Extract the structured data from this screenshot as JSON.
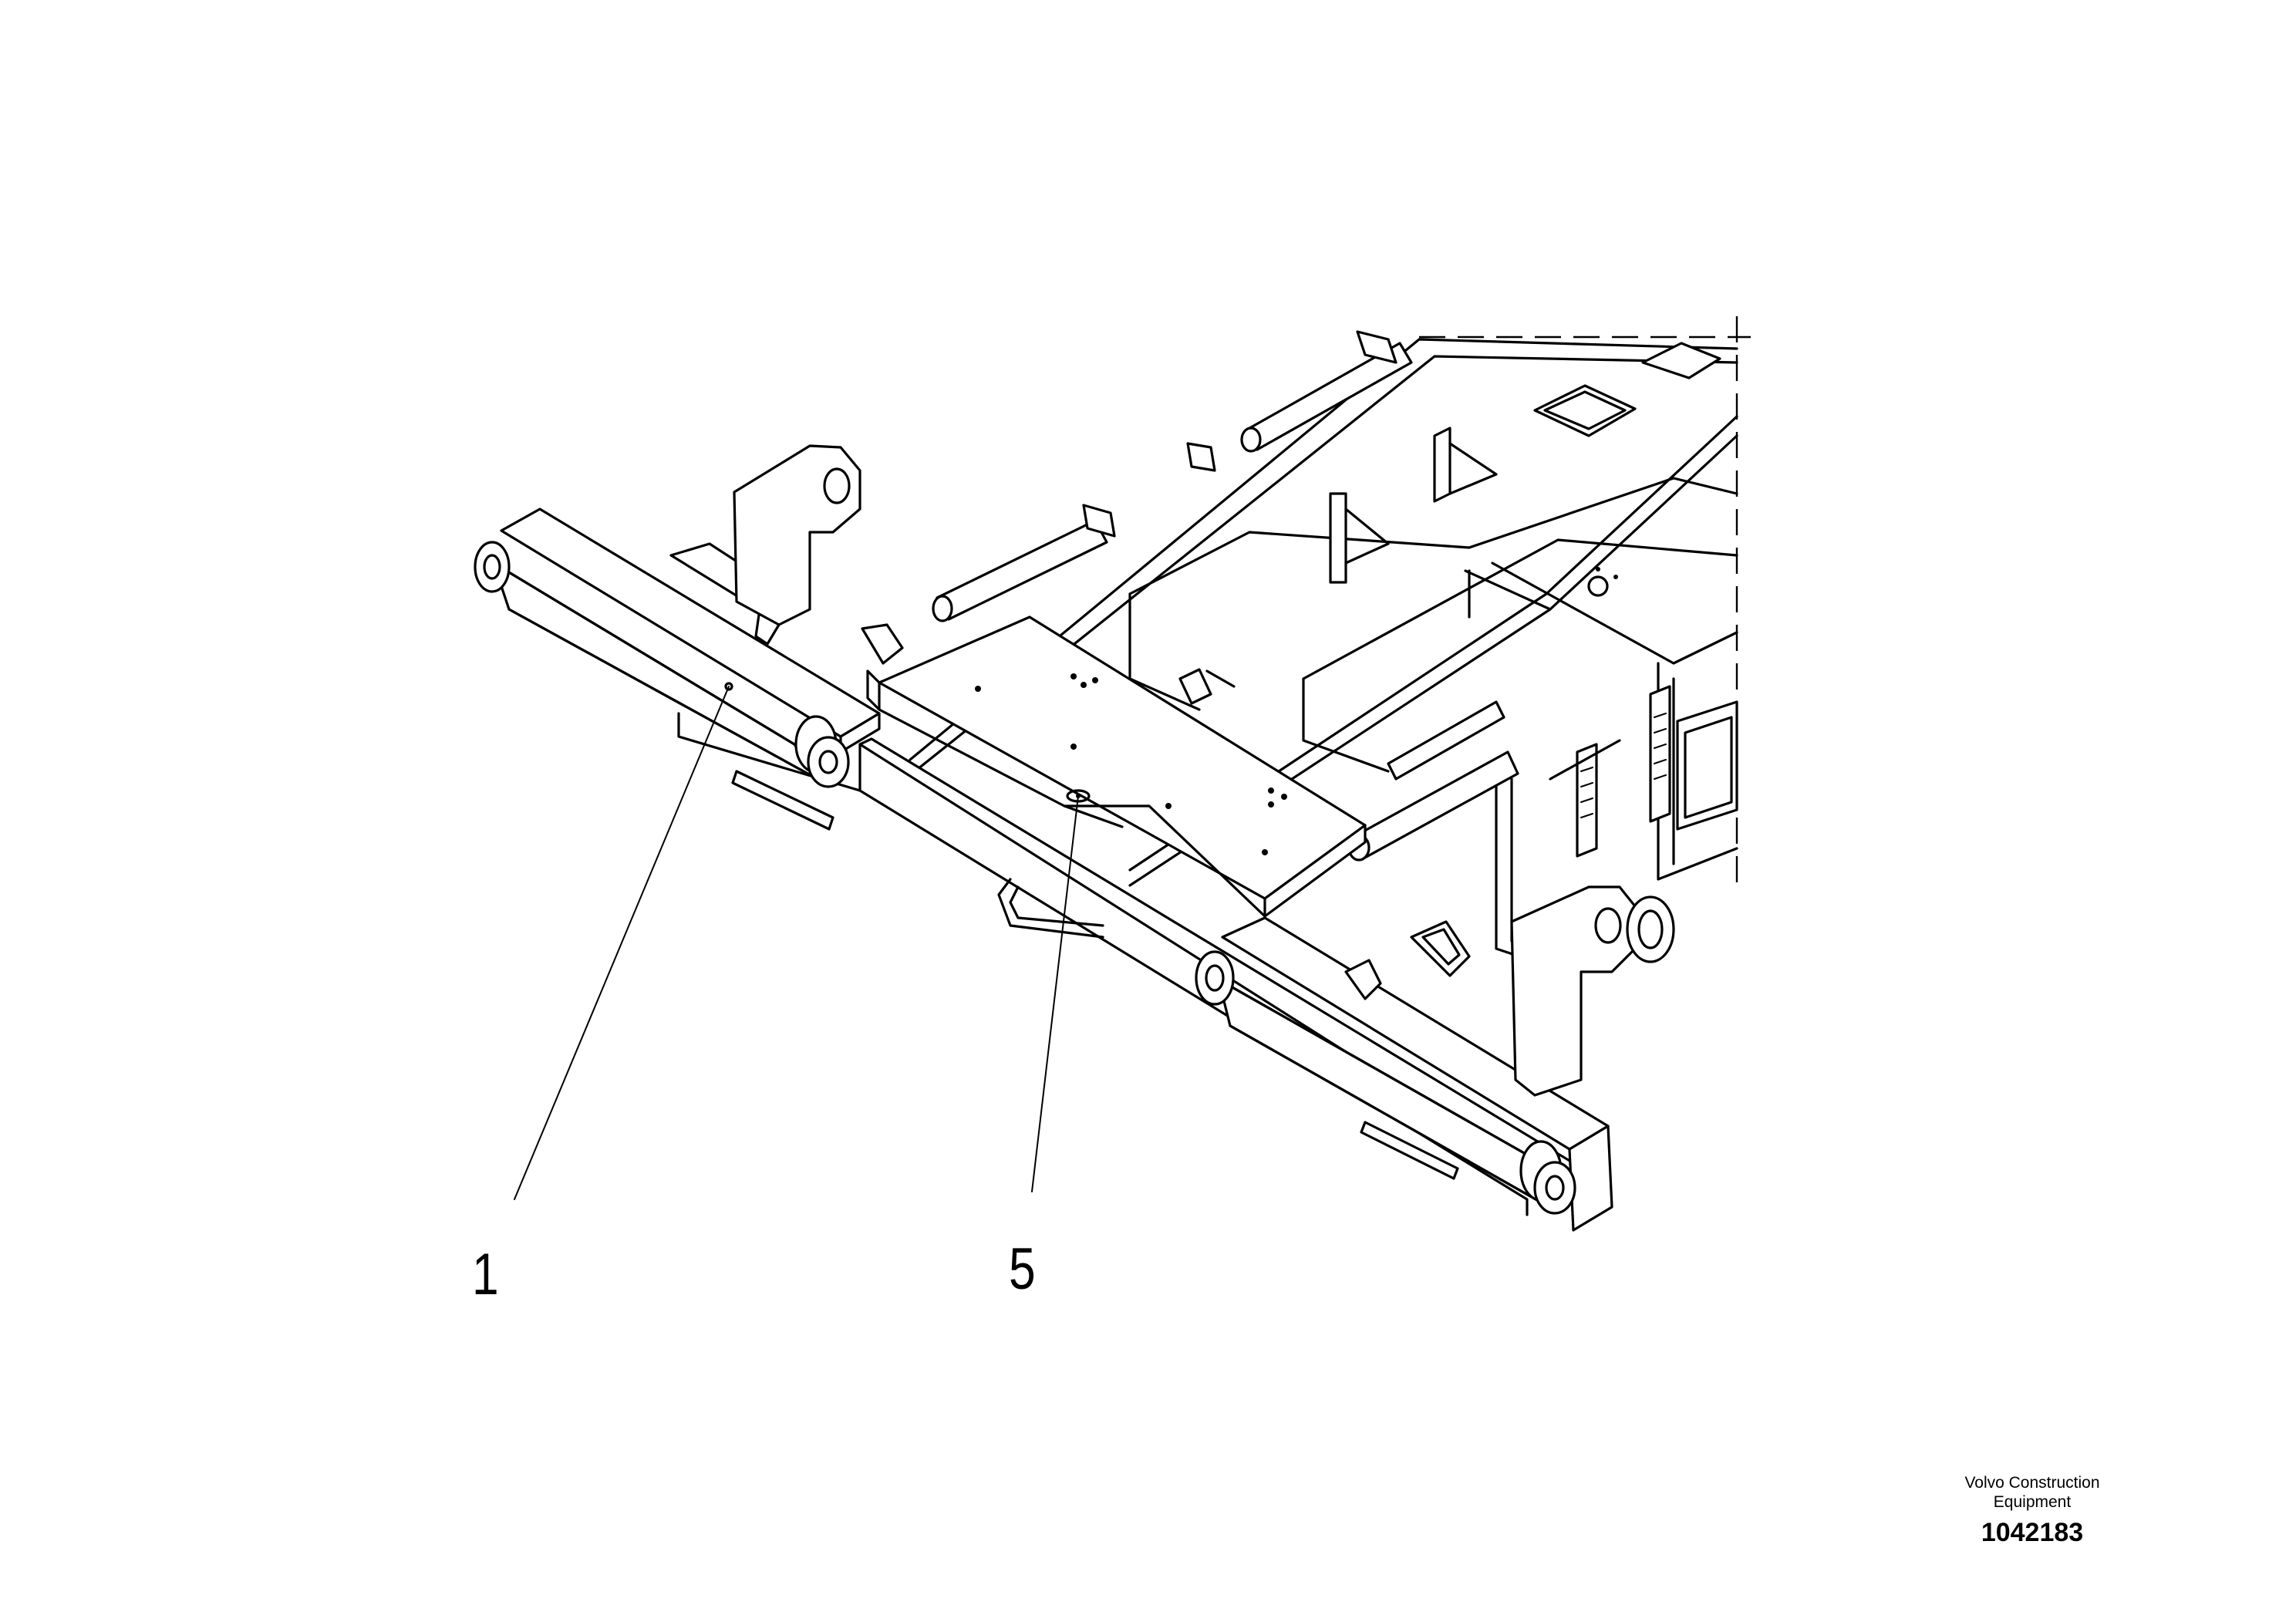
{
  "diagram": {
    "callouts": [
      {
        "id": "1",
        "label": "1"
      },
      {
        "id": "5",
        "label": "5"
      }
    ],
    "manufacturer": {
      "line1": "Volvo Construction",
      "line2": "Equipment"
    },
    "drawing_number": "1042183",
    "stroke_color": "#000000",
    "background_color": "#ffffff"
  }
}
